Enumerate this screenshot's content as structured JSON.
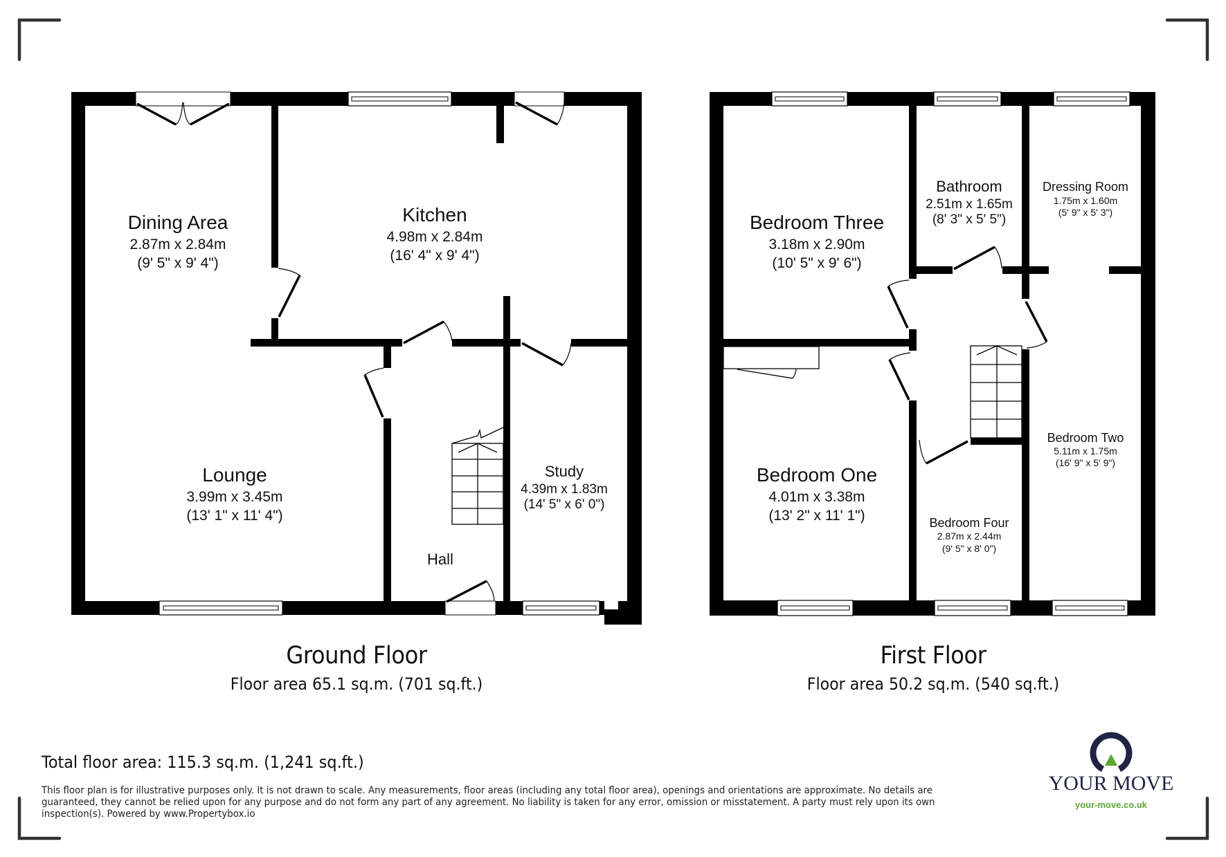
{
  "colors": {
    "wall": "#000000",
    "bracket": "#333333",
    "brand_navy": "#1f2444",
    "brand_green": "#5aa832"
  },
  "ground_floor": {
    "title": "Ground Floor",
    "area": "Floor area 65.1 sq.m. (701 sq.ft.)",
    "rooms": {
      "dining": {
        "name": "Dining Area",
        "metric": "2.87m x 2.84m",
        "imperial": "(9' 5\" x 9' 4\")"
      },
      "kitchen": {
        "name": "Kitchen",
        "metric": "4.98m x 2.84m",
        "imperial": "(16' 4\" x 9' 4\")"
      },
      "lounge": {
        "name": "Lounge",
        "metric": "3.99m x 3.45m",
        "imperial": "(13' 1\" x 11' 4\")"
      },
      "study": {
        "name": "Study",
        "metric": "4.39m x 1.83m",
        "imperial": "(14' 5\" x 6' 0\")"
      },
      "hall": {
        "name": "Hall"
      }
    }
  },
  "first_floor": {
    "title": "First Floor",
    "area": "Floor area 50.2 sq.m. (540 sq.ft.)",
    "rooms": {
      "bedroom_three": {
        "name": "Bedroom Three",
        "metric": "3.18m x 2.90m",
        "imperial": "(10' 5\" x 9' 6\")"
      },
      "bathroom": {
        "name": "Bathroom",
        "metric": "2.51m x 1.65m",
        "imperial": "(8' 3\" x 5' 5\")"
      },
      "dressing_room": {
        "name": "Dressing Room",
        "metric": "1.75m x 1.60m",
        "imperial": "(5' 9\" x 5' 3\")"
      },
      "bedroom_one": {
        "name": "Bedroom One",
        "metric": "4.01m x 3.38m",
        "imperial": "(13' 2\" x 11' 1\")"
      },
      "bedroom_two": {
        "name": "Bedroom Two",
        "metric": "5.11m x 1.75m",
        "imperial": "(16' 9\" x 5' 9\")"
      },
      "bedroom_four": {
        "name": "Bedroom Four",
        "metric": "2.87m x 2.44m",
        "imperial": "(9' 5\" x 8' 0\")"
      }
    }
  },
  "footer": {
    "total_area": "Total floor area: 115.3 sq.m. (1,241 sq.ft.)",
    "disclaimer": "This floor plan is for illustrative purposes only. It is not drawn to scale. Any measurements, floor areas (including any total floor area), openings and orientations are approximate. No details are guaranteed, they cannot be relied upon for any purpose and do not form any part of any agreement. No liability is taken for any error, omission or misstatement. A party must rely upon its own inspection(s). Powered by www.Propertybox.io"
  },
  "logo": {
    "icon": "your-move-logo-icon",
    "wordmark": "YOUR MOVE",
    "url": "your-move.co.uk"
  }
}
